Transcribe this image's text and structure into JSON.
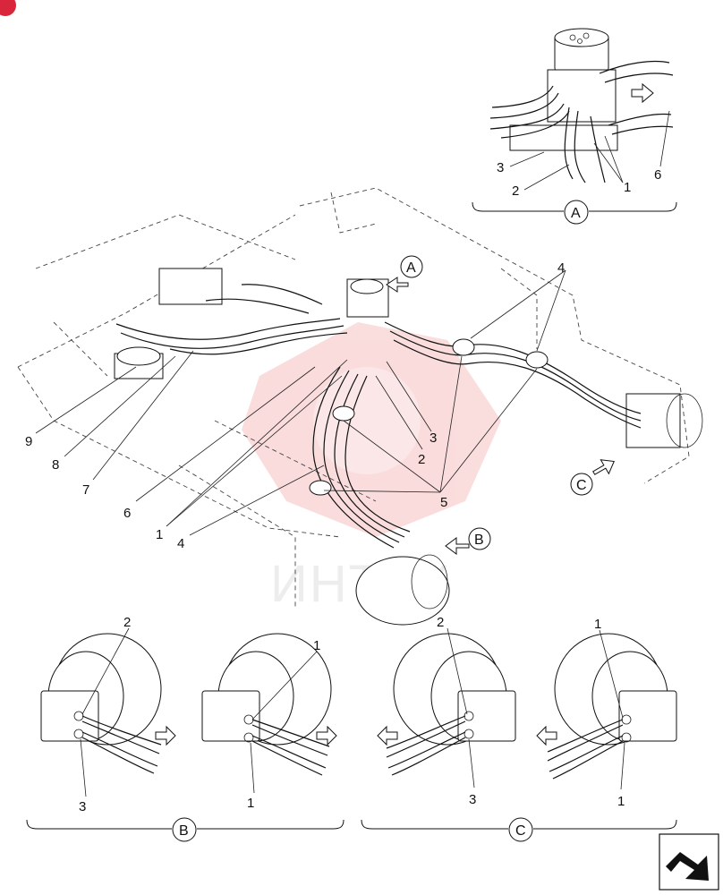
{
  "views": {
    "A": "A",
    "B": "B",
    "C": "C"
  },
  "watermark": {
    "text": "ИНТЕК",
    "color": "#f4b3b3"
  },
  "callouts": {
    "detail_a": [
      "3",
      "2",
      "1",
      "6"
    ],
    "main": [
      "9",
      "8",
      "7",
      "6",
      "1",
      "4",
      "4",
      "5",
      "2",
      "3"
    ],
    "detail_b_left": [
      "2",
      "3"
    ],
    "detail_b_right": [
      "1",
      "1"
    ],
    "detail_c_left": [
      "2",
      "3"
    ],
    "detail_c_right": [
      "1",
      "1"
    ]
  },
  "icons": {
    "corner_badge": "red-badge-icon",
    "nav": "next-page-arrow-icon"
  },
  "colors": {
    "badge": "#d9263c",
    "line": "#111111"
  }
}
